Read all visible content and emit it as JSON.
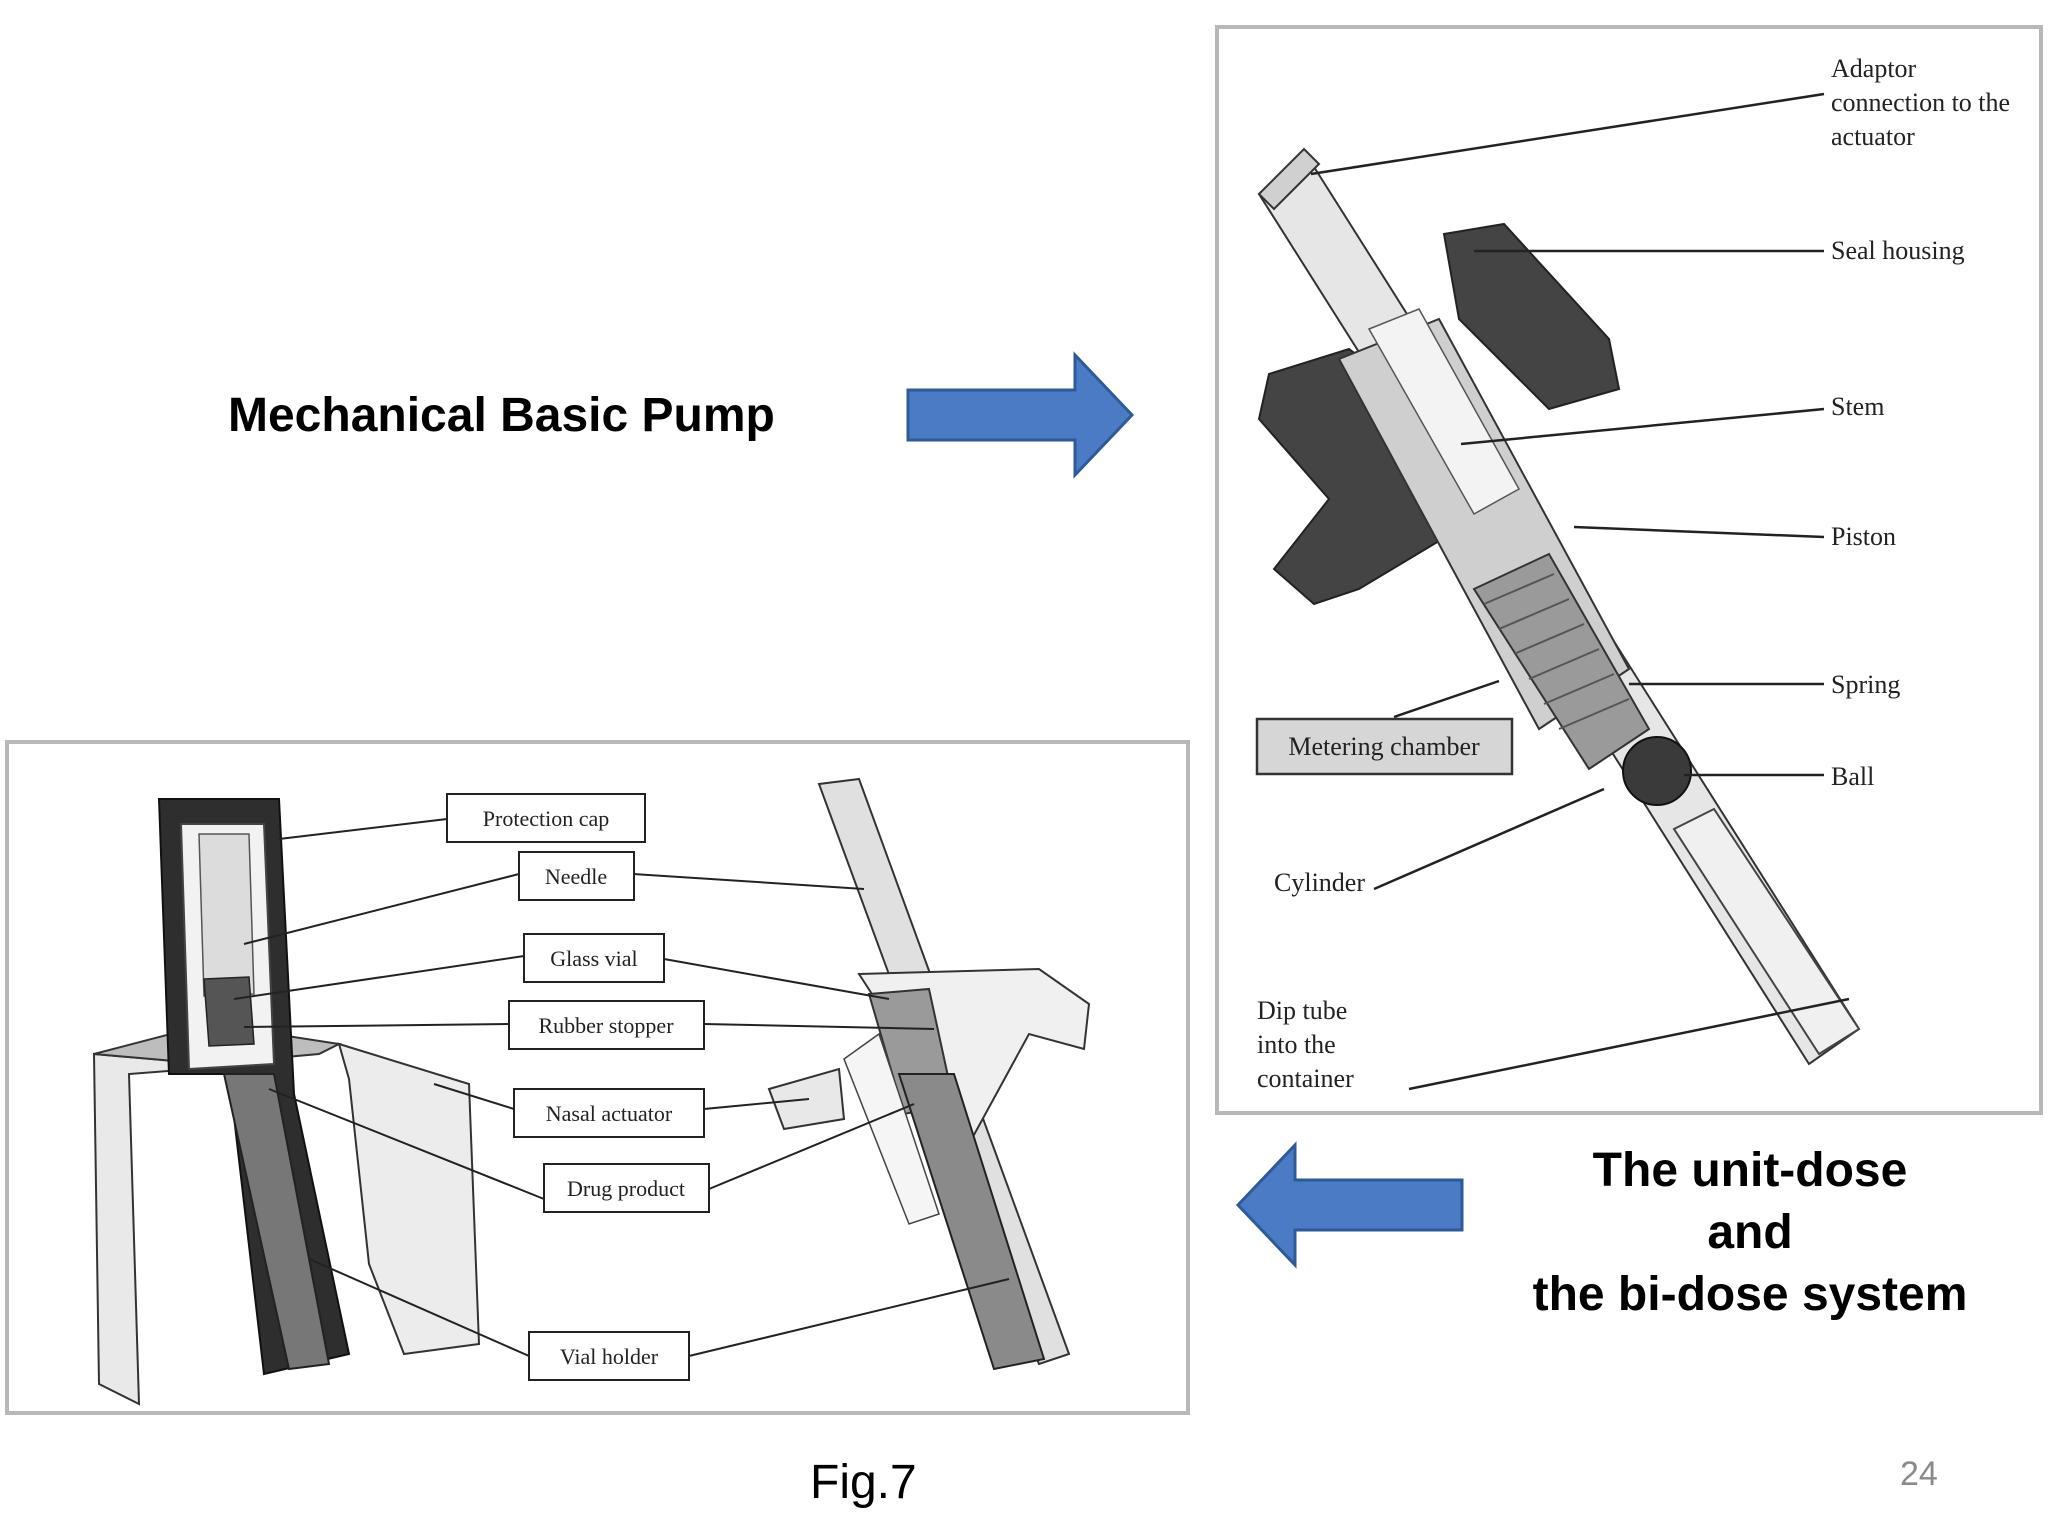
{
  "headings": {
    "pump_title": "Mechanical Basic Pump",
    "unit_dose_lines": [
      "The unit-dose",
      "and",
      "the bi-dose system"
    ]
  },
  "caption": "Fig.7",
  "page_number": "24",
  "pump_diagram": {
    "labels": {
      "adaptor": [
        "Adaptor",
        "connection to the",
        "actuator"
      ],
      "seal_housing": "Seal housing",
      "stem": "Stem",
      "piston": "Piston",
      "spring": "Spring",
      "ball": "Ball",
      "metering_chamber": "Metering chamber",
      "cylinder": "Cylinder",
      "dip_tube": [
        "Dip tube",
        "into the",
        "container"
      ]
    }
  },
  "bidose_diagram": {
    "labels": {
      "protection_cap": "Protection cap",
      "needle": "Needle",
      "glass_vial": "Glass vial",
      "rubber_stopper": "Rubber stopper",
      "nasal_actuator": "Nasal actuator",
      "drug_product": "Drug product",
      "vial_holder": "Vial holder"
    }
  },
  "colors": {
    "arrow": "#4a7bc4",
    "arrow_edge": "#2f5a98",
    "panel_border": "#b8b8b8"
  }
}
